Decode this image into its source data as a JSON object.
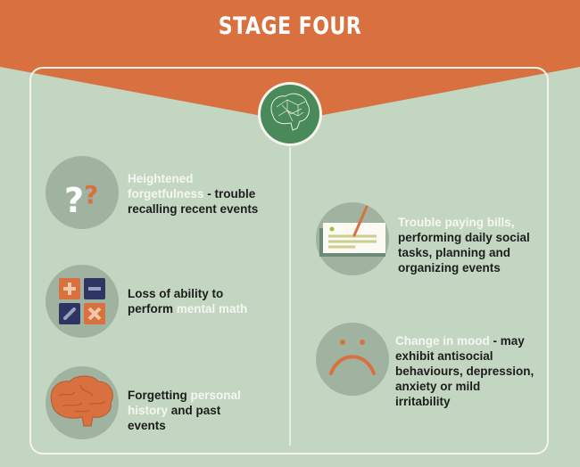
{
  "title": "STAGE FOUR",
  "colors": {
    "orange": "#d9703f",
    "background": "#c3d6c2",
    "circle": "#9fb3a0",
    "brain_badge": "#4a8a5a",
    "navy": "#2e3563"
  },
  "items": [
    {
      "icon": "question-marks-icon",
      "highlight": "Heightened forgetfulness",
      "rest": " - trouble recalling recent events"
    },
    {
      "icon": "calculator-icon",
      "prefix": "Loss of ability to perform ",
      "highlight": "mental math"
    },
    {
      "icon": "brain-icon",
      "prefix": "Forgetting ",
      "highlight": "personal history",
      "rest": " and past events"
    },
    {
      "icon": "bill-pen-icon",
      "highlight": "Trouble paying bills,",
      "rest": " performing daily social tasks, planning and organizing events"
    },
    {
      "icon": "sad-face-icon",
      "highlight": "Change in mood",
      "rest": " - may exhibit antisocial behaviours, depression, anxiety or mild irritability"
    }
  ]
}
